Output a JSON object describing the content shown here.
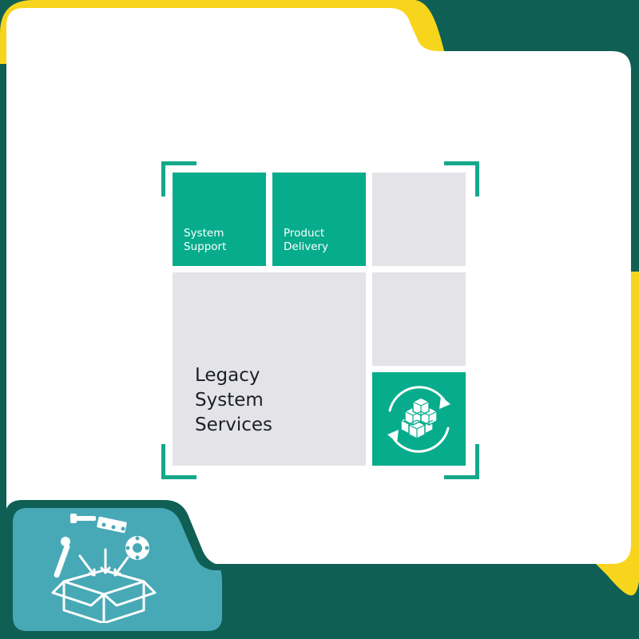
{
  "colors": {
    "frame_background": "#0f5f55",
    "accent_yellow": "#f7d51d",
    "card_white": "#ffffff",
    "tile_green": "#06ac8c",
    "tile_grey": "#e4e4e8",
    "badge_teal": "#48a9b6",
    "bracket_green": "#14a88a",
    "text_dark": "#1b1f2a"
  },
  "tiles": {
    "system_support": {
      "line1": "System",
      "line2": "Support"
    },
    "product_delivery": {
      "line1": "Product",
      "line2": "Delivery"
    },
    "legacy_services": {
      "line1": "Legacy",
      "line2": "System",
      "line3": "Services"
    }
  },
  "icons": {
    "tile_icon": "cycling-boxes-icon",
    "badge_icon": "parts-into-box-icon"
  }
}
